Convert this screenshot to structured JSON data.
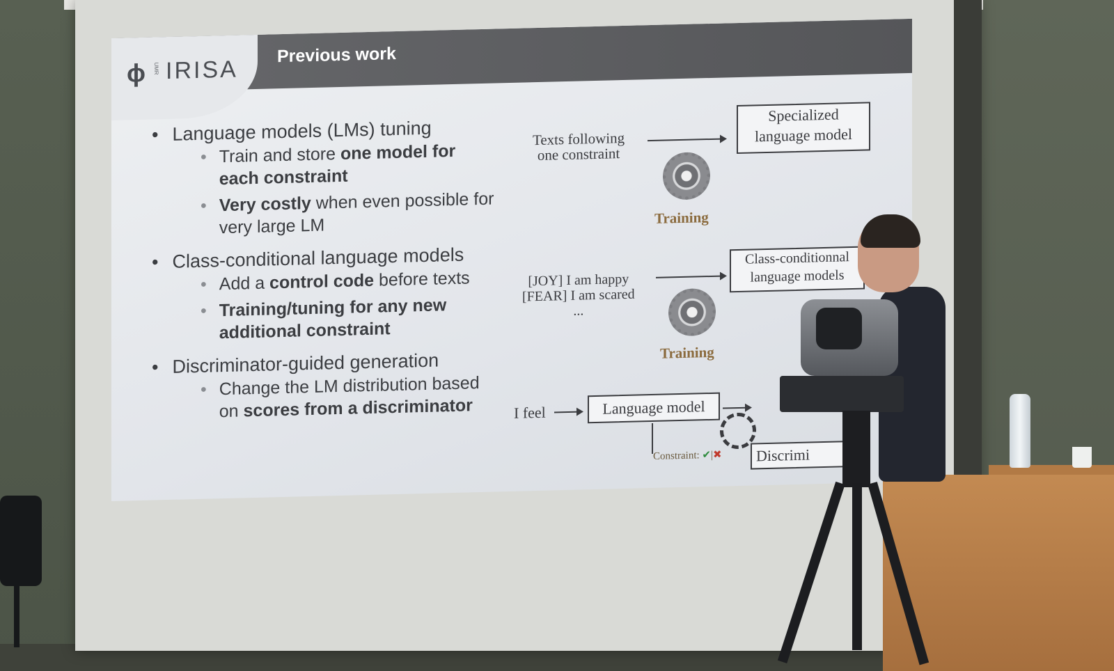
{
  "slide": {
    "logo_text": "IRISA",
    "logo_small": "UMR",
    "title": "Previous work",
    "bullets": [
      {
        "text": "Language models (LMs) tuning",
        "sub": [
          {
            "pre": "Train and store ",
            "bold": "one model for each constraint",
            "post": ""
          },
          {
            "pre": "",
            "bold": "Very costly",
            "post": " when even possible for very large LM"
          }
        ]
      },
      {
        "text": "Class-conditional language models",
        "sub": [
          {
            "pre": "Add a ",
            "bold": "control code",
            "post": " before texts"
          },
          {
            "pre": "",
            "bold": "Training/tuning for any new additional constraint",
            "post": ""
          }
        ]
      },
      {
        "text": "Discriminator-guided generation",
        "sub": [
          {
            "pre": "Change the LM distribution based on ",
            "bold": "scores from a discriminator",
            "post": ""
          }
        ]
      }
    ],
    "diagram": {
      "d1_input_line1": "Texts following",
      "d1_input_line2": "one constraint",
      "d1_box_line1": "Specialized",
      "d1_box_line2": "language model",
      "d1_training": "Training",
      "d2_input_line1": "[JOY] I am happy",
      "d2_input_line2": "[FEAR] I am scared",
      "d2_input_line3": "...",
      "d2_box_line1": "Class-conditionnal",
      "d2_box_line2": "language models",
      "d2_training": "Training",
      "d3_input": "I feel",
      "d3_box": "Language model",
      "d3_constraint": "Constraint:",
      "d3_disc": "Discrimi"
    }
  }
}
